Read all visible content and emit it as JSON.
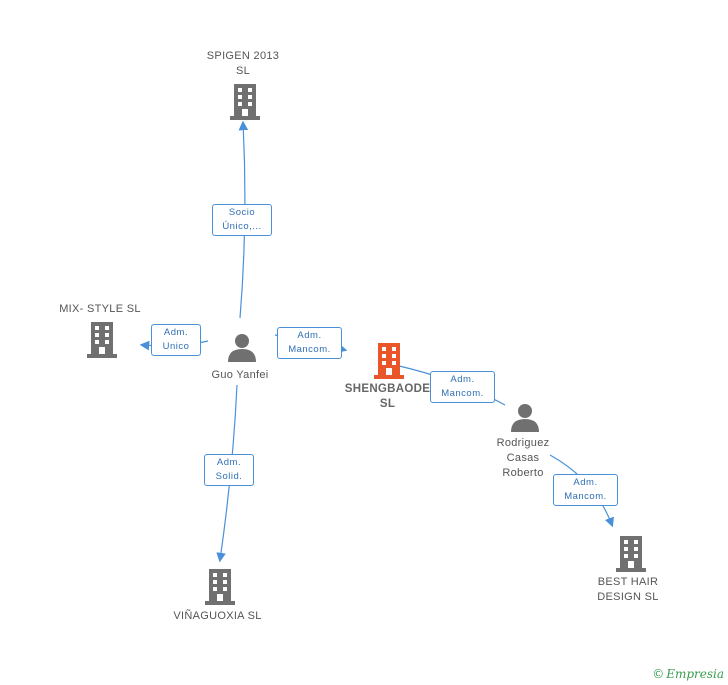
{
  "nodes": {
    "spigen": {
      "label": "SPIGEN 2013\nSL"
    },
    "mix_style": {
      "label": "MIX- STYLE  SL"
    },
    "guo_yanfei": {
      "label": "Guo Yanfei"
    },
    "shengbaode": {
      "label": "SHENGBAODE\nSL"
    },
    "rodriguez": {
      "label": "Rodriguez\nCasas\nRoberto"
    },
    "vinaguoxia": {
      "label": "VIÑAGUOXIA SL"
    },
    "best_hair": {
      "label": "BEST HAIR\nDESIGN  SL"
    }
  },
  "edges": {
    "guo_spigen": {
      "label": "Socio\nÚnico,..."
    },
    "guo_mix": {
      "label": "Adm.\nUnico"
    },
    "guo_sheng": {
      "label": "Adm.\nMancom."
    },
    "guo_vina": {
      "label": "Adm.\nSolid."
    },
    "sheng_rodri": {
      "label": "Adm.\nMancom."
    },
    "rodri_best": {
      "label": "Adm.\nMancom."
    }
  },
  "colors": {
    "building": "#707070",
    "building_main": "#e8562a",
    "person": "#707070",
    "edge": "#4a90d9"
  },
  "footer": {
    "copyright": "©",
    "brand": "Empresia"
  }
}
